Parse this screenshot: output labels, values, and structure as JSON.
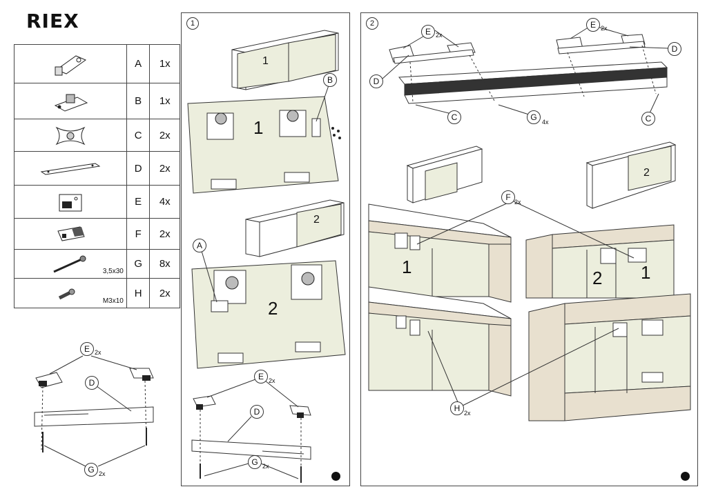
{
  "brand": {
    "logo": "RIEX"
  },
  "parts": [
    {
      "icon": "bracket-a-icon",
      "letter": "A",
      "qty": "1x",
      "dim": ""
    },
    {
      "icon": "bracket-b-icon",
      "letter": "B",
      "qty": "1x",
      "dim": ""
    },
    {
      "icon": "wing-clip-c-icon",
      "letter": "C",
      "qty": "2x",
      "dim": ""
    },
    {
      "icon": "bar-d-icon",
      "letter": "D",
      "qty": "2x",
      "dim": ""
    },
    {
      "icon": "stopper-e-icon",
      "letter": "E",
      "qty": "4x",
      "dim": ""
    },
    {
      "icon": "guide-f-icon",
      "letter": "F",
      "qty": "2x",
      "dim": ""
    },
    {
      "icon": "screw-g-icon",
      "letter": "G",
      "qty": "8x",
      "dim": "3,5x30"
    },
    {
      "icon": "screw-h-icon",
      "letter": "H",
      "qty": "2x",
      "dim": "M3x10"
    }
  ],
  "step1": {
    "number": "1",
    "labels": {
      "B": "B",
      "A": "A",
      "door1": "1",
      "door2": "2",
      "cab1": "1",
      "cab2": "2"
    }
  },
  "step2": {
    "number": "2",
    "labels": {
      "E": "E",
      "E_qty": "2x",
      "D": "D",
      "C": "C",
      "G": "G",
      "G_qty": "4x",
      "F": "F",
      "F_qty": "2x",
      "H": "H",
      "H_qty": "2x",
      "cab2": "2",
      "door1a": "1",
      "door1b": "1",
      "door2b": "2"
    }
  },
  "bottom_left": {
    "E": "E",
    "E_qty": "2x",
    "D": "D",
    "G": "G",
    "G_qty": "2x"
  },
  "bottom_right": {
    "E": "E",
    "E_qty": "2x",
    "D": "D",
    "G": "G",
    "G_qty": "2x"
  },
  "colors": {
    "door_fill": "#eceedd",
    "line": "#333333",
    "wood": "#e8e0cf"
  }
}
